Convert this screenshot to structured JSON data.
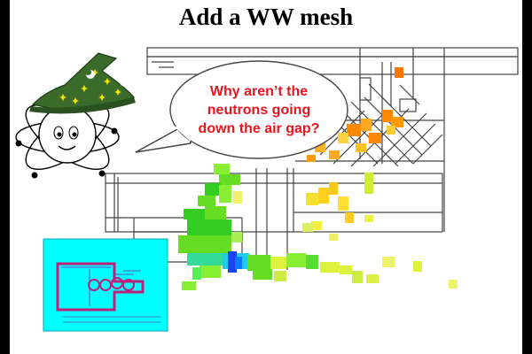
{
  "slide": {
    "title": "Add a WW mesh",
    "speech_bubble": {
      "lines": [
        "Why aren’t the",
        "neutrons going",
        "down the air gap?"
      ],
      "text_color": "#e8141e"
    },
    "mascot": {
      "icon": "atom-wizard-icon",
      "hat_color": "#3a6b2b",
      "star_color": "#f2e600"
    },
    "inset": {
      "icon": "geometry-plot-icon",
      "background": "#00ffff",
      "outline_color": "#c0207a"
    },
    "colors": {
      "background": "#000000",
      "slide": "#ffffff"
    }
  }
}
